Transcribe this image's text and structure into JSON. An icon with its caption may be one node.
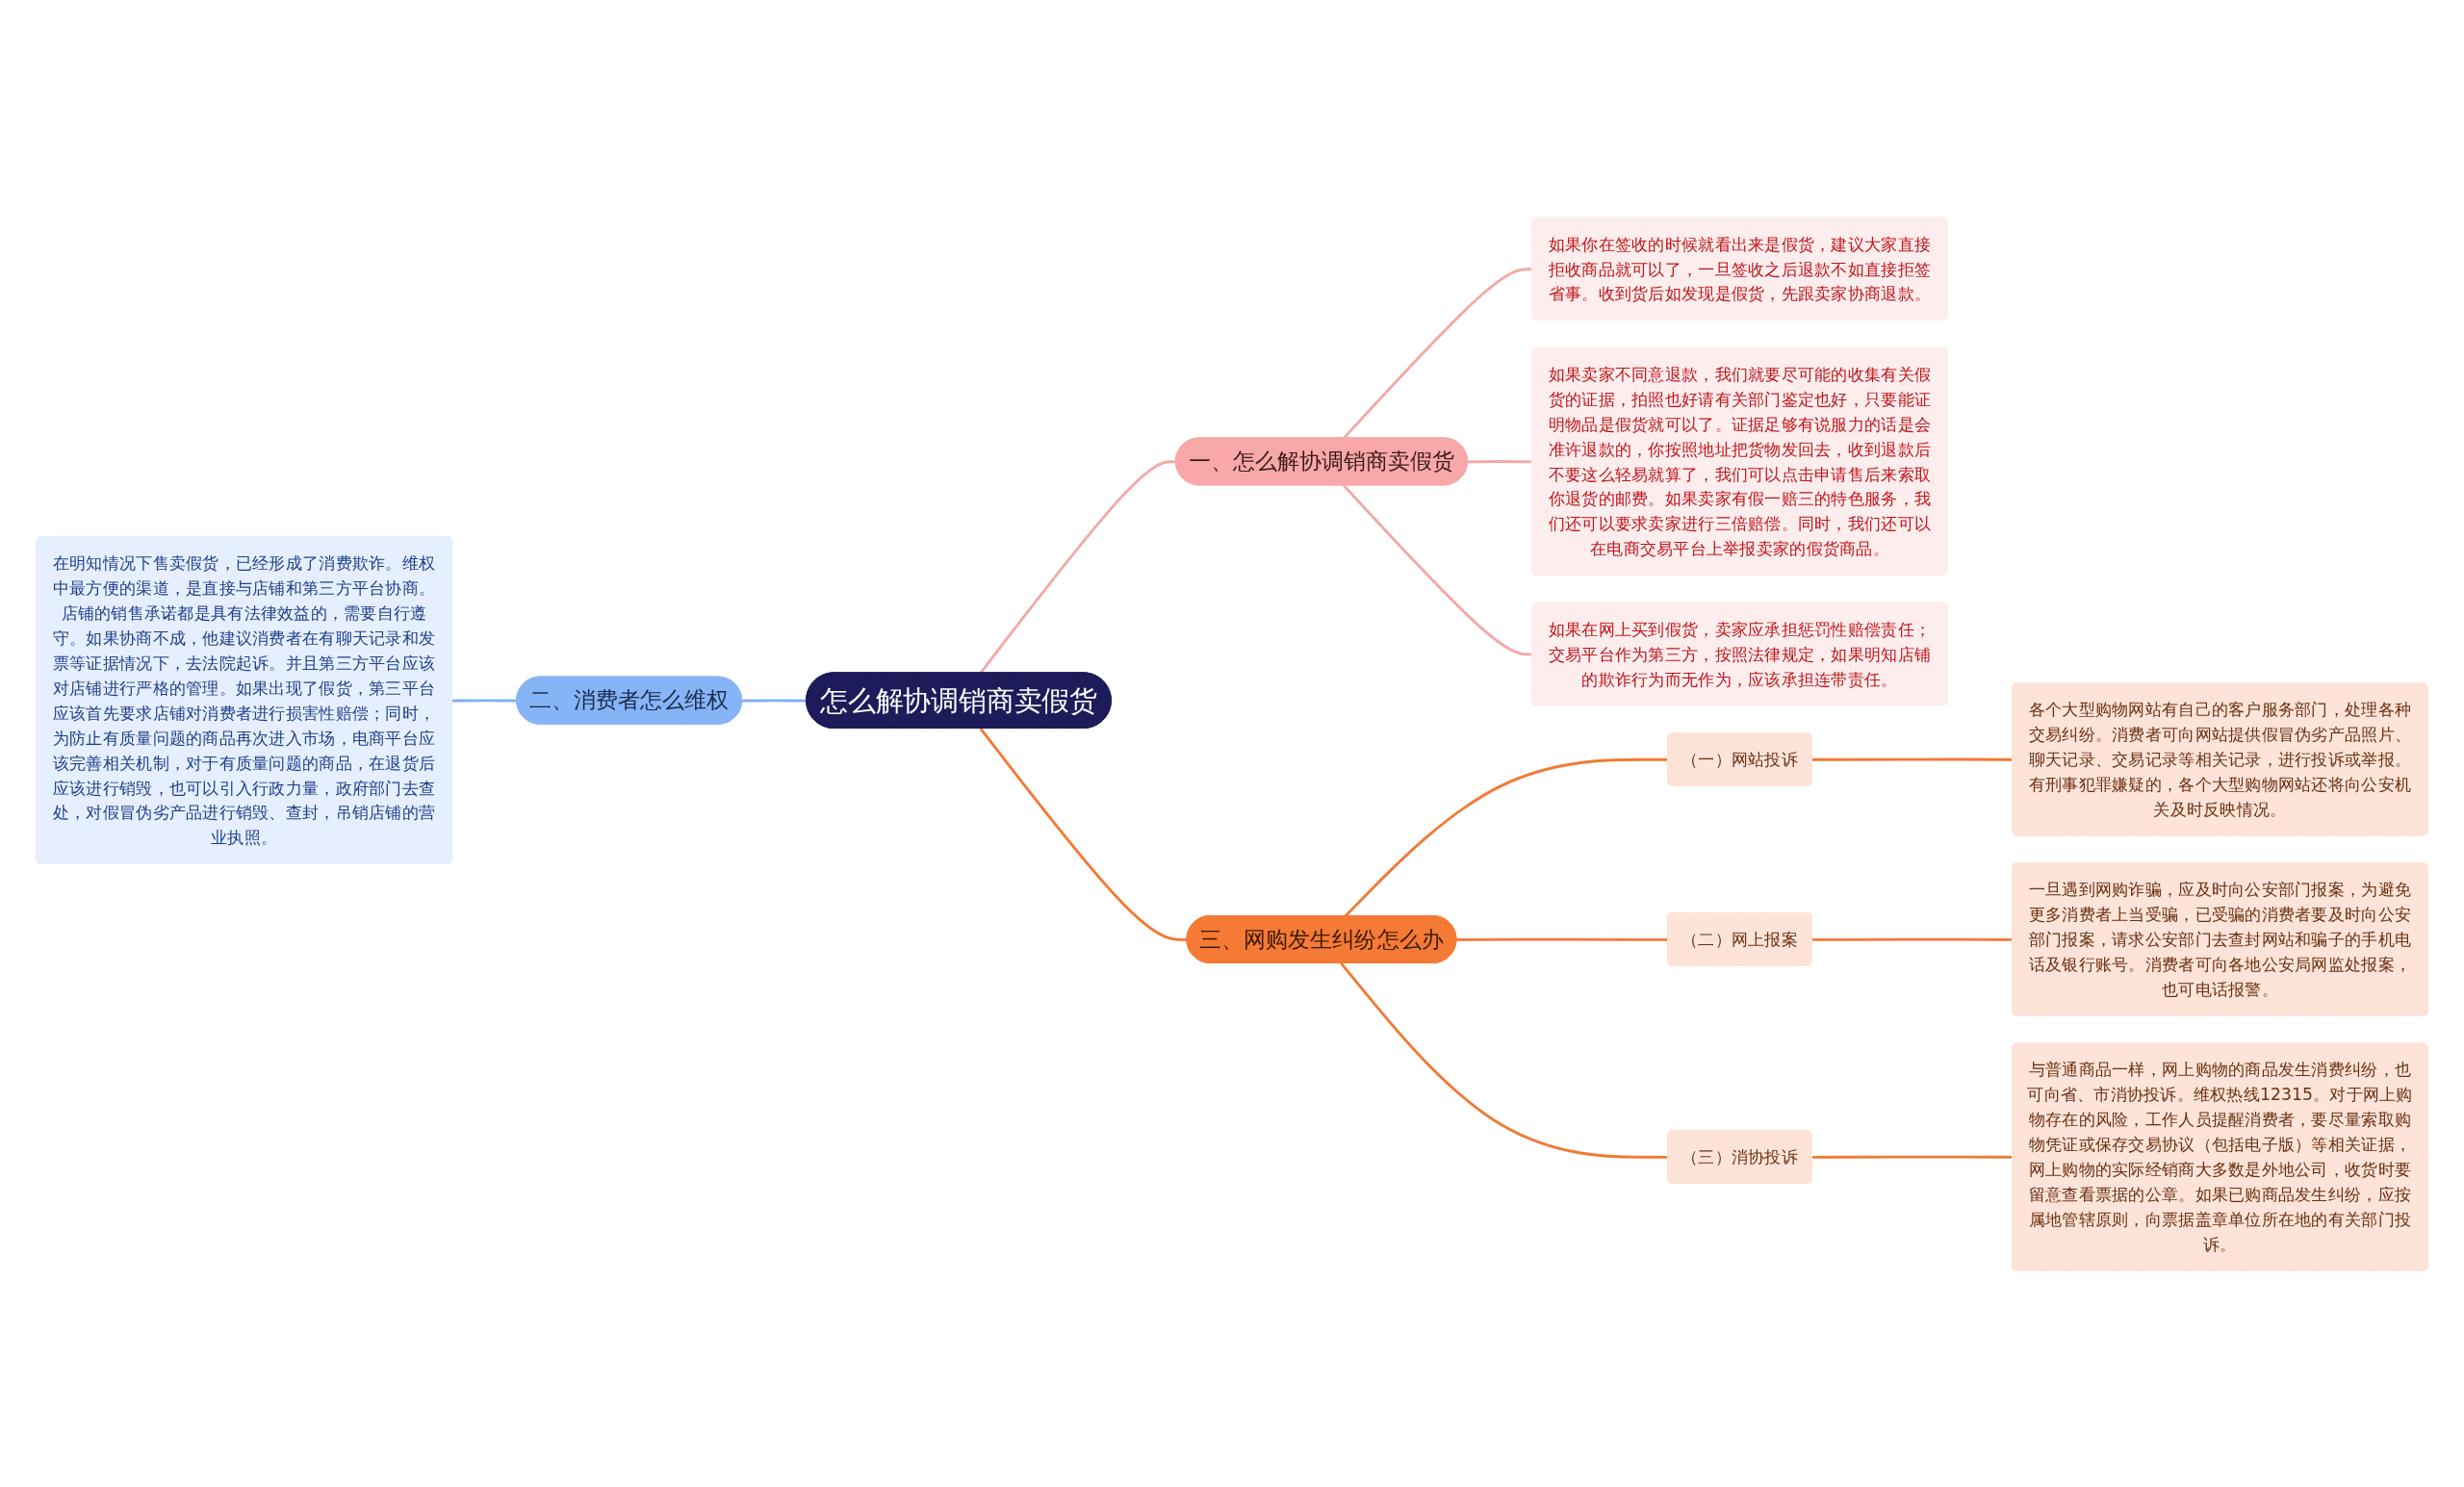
{
  "diagram": {
    "nodes": [
      {
        "text": [
          "怎么解协调销商卖假货"
        ]
      },
      {
        "text": [
          "一、怎么解协调销商卖假货"
        ]
      },
      {
        "text": [
          "如果你在签收的时候就看出来是假货，建议大家直接拒收商品就可以了，一旦签收之后退款不如直接拒签省事。收到货后如发现是假货，先跟卖家协商退款。"
        ]
      },
      {
        "text": [
          "如果卖家不同意退款，我们就要尽可能的收集有关假货的证据，拍照也好请有关部门鉴定也好，只要能证明物品是假货就可以了。证据足够有说服力的话是会准许退款的，你按照地址把货物发回去，收到退款后不要这么轻易就算了，我们可以点击申请售后来索取你退货的邮费。如果卖家有假一赔三的特色服务，我们还可以要求卖家进行三倍赔偿。同时，我们还可以在电商交易平台上举报卖家的假货商品。"
        ]
      },
      {
        "text": [
          "如果在网上买到假货，卖家应承担惩罚性赔偿责任；交易平台作为第三方，按照法律规定，如果明知店铺的欺诈行为而无作为，应该承担连带责任。"
        ]
      },
      {
        "text": [
          "二、消费者怎么维权"
        ]
      },
      {
        "text": [
          "在明知情况下售卖假货，已经形成了消费欺诈。维权中最方便的渠道，是直接与店铺和第三方平台协商。店铺的销售承诺都是具有法律效益的，需要自行遵守。如果协商不成，他建议消费者在有聊天记录和发票等证据情况下，去法院起诉。并且第三方平台应该对店铺进行严格的管理。如果出现了假货，第三平台应该首先要求店铺对消费者进行损害性赔偿；同时，为防止有质量问题的商品再次进入市场，电商平台应该完善相关机制，对于有质量问题的商品，在退货后应该进行销毁，也可以引入行政力量，政府部门去查处，对假冒伪劣产品进行销毁、查封，吊销店铺的营业执照。"
        ]
      },
      {
        "text": [
          "三、网购发生纠纷怎么办"
        ]
      },
      {
        "text": [
          "（一）网站投诉"
        ]
      },
      {
        "text": [
          "各个大型购物网站有自己的客户服务部门，处理各种交易纠纷。消费者可向网站提供假冒伪劣产品照片、聊天记录、交易记录等相关记录，进行投诉或举报。有刑事犯罪嫌疑的，各个大型购物网站还将向公安机关及时反映情况。"
        ]
      },
      {
        "text": [
          "（二）网上报案"
        ]
      },
      {
        "text": [
          "一旦遇到网购诈骗，应及时向公安部门报案，为避免更多消费者上当受骗，已受骗的消费者要及时向公安部门报案，请求公安部门去查封网站和骗子的手机电话及银行账号。消费者可向各地公安局网监处报案，也可电话报警。"
        ]
      },
      {
        "text": [
          "（三）消协投诉"
        ]
      },
      {
        "text": [
          "与普通商品一样，网上购物的商品发生消费纠纷，也可向省、市消协投诉。维权热线12315。对于网上购物存在的风险，工作人员提醒消费者，要尽量索取购物凭证或保存交易协议（包括电子版）等相关证据，网上购物的实际经销商大多数是外地公司，收货时要留意查看票据的公章。如果已购商品发生纠纷，应按属地管辖原则，向票据盖章单位所在地的有关部门投诉。"
        ]
      }
    ],
    "edges": [
      {
        "from": 0,
        "to": 1,
        "arrow": "none",
        "color": "#f2a8a8"
      },
      {
        "from": 1,
        "to": 2,
        "arrow": "none",
        "color": "#f2a8a8"
      },
      {
        "from": 1,
        "to": 3,
        "arrow": "none",
        "color": "#f2a8a8"
      },
      {
        "from": 1,
        "to": 4,
        "arrow": "none",
        "color": "#f2a8a8"
      },
      {
        "from": 0,
        "to": 5,
        "arrow": "none",
        "color": "#7fb0f5"
      },
      {
        "from": 5,
        "to": 6,
        "arrow": "none",
        "color": "#7fb0f5"
      },
      {
        "from": 0,
        "to": 7,
        "arrow": "none",
        "color": "#f07a35"
      },
      {
        "from": 7,
        "to": 8,
        "arrow": "none",
        "color": "#f07a35"
      },
      {
        "from": 8,
        "to": 9,
        "arrow": "none",
        "color": "#f07a35"
      },
      {
        "from": 7,
        "to": 10,
        "arrow": "none",
        "color": "#f07a35"
      },
      {
        "from": 10,
        "to": 11,
        "arrow": "none",
        "color": "#f07a35"
      },
      {
        "from": 7,
        "to": 12,
        "arrow": "none",
        "color": "#f07a35"
      },
      {
        "from": 12,
        "to": 13,
        "arrow": "none",
        "color": "#f07a35"
      }
    ]
  }
}
